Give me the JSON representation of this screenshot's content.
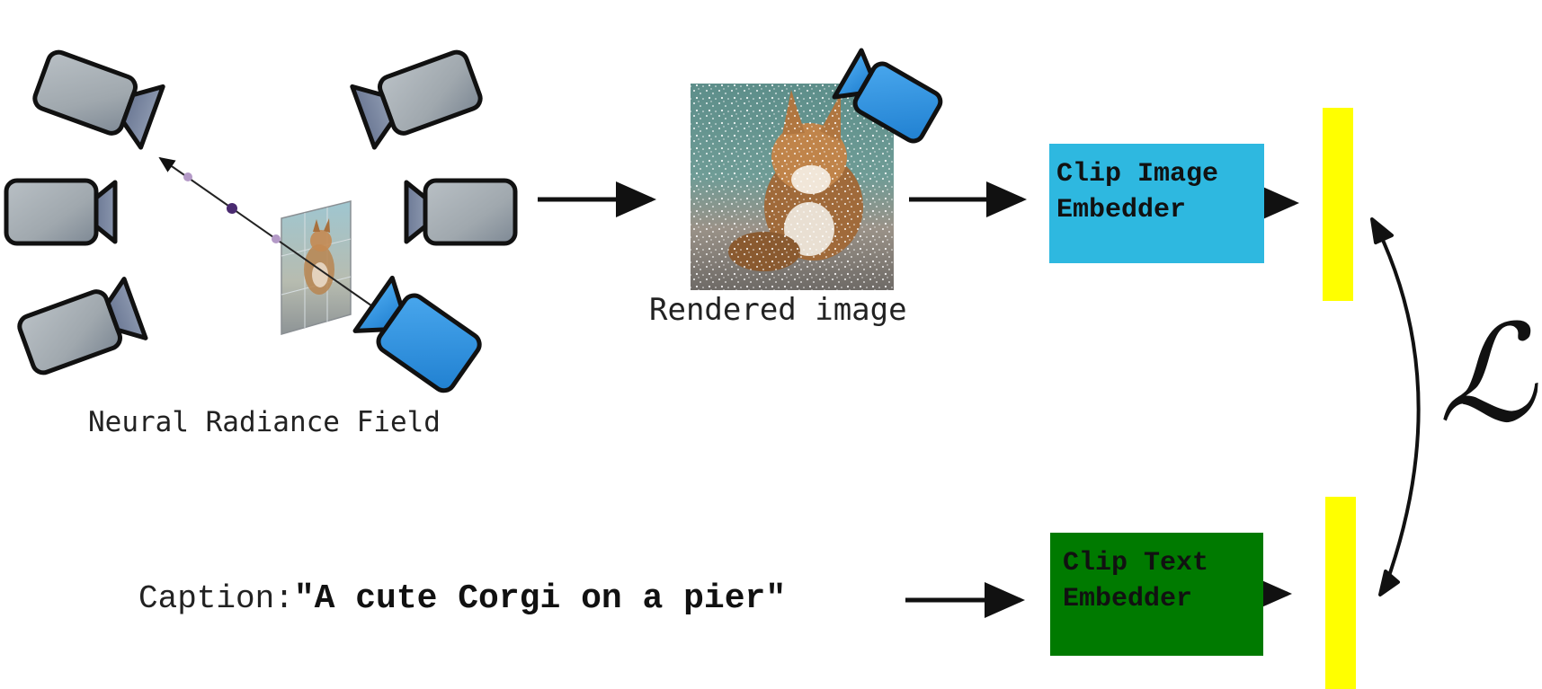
{
  "labels": {
    "nerf": "Neural Radiance Field",
    "rendered": "Rendered image",
    "caption_prefix": "Caption:",
    "caption_text": "\"A cute Corgi on a pier\""
  },
  "boxes": {
    "image_embedder": {
      "line1": "Clip Image",
      "line2": "Embedder",
      "color": "#2eb8e0"
    },
    "text_embedder": {
      "line1": "Clip Text",
      "line2": "Embedder",
      "color": "#007a00"
    }
  },
  "embedding_color": "#ffff00",
  "loss_symbol": "ℒ",
  "colors": {
    "camera_gray": "#9aa2ab",
    "camera_blue": "#2e8fd9",
    "ray_point": "#5a3a80"
  }
}
